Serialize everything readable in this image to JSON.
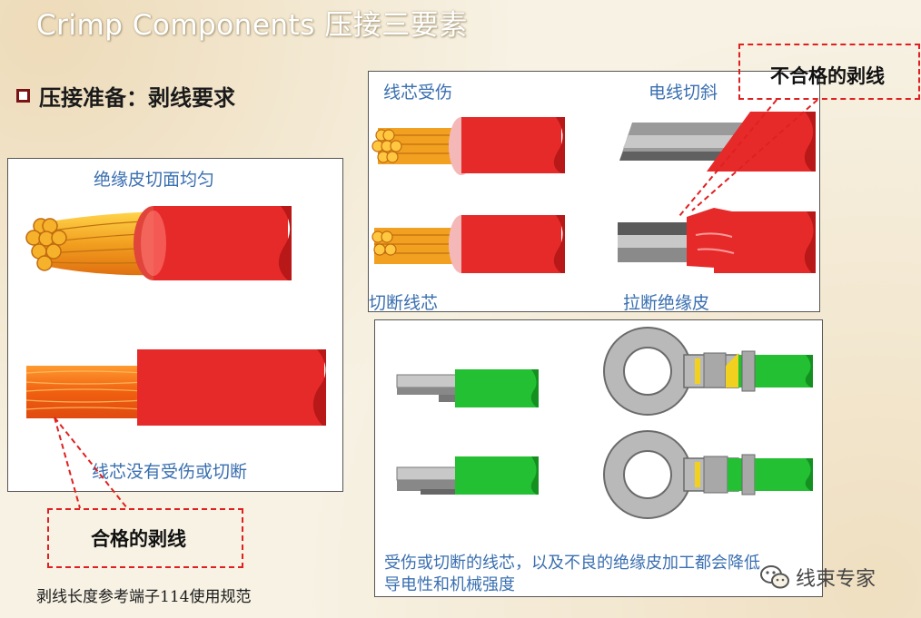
{
  "title": "Crimp Components 压接三要素",
  "section": {
    "heading": "压接准备：剥线要求"
  },
  "left_panel": {
    "top_label": "绝缘皮切面均匀",
    "bottom_label": "线芯没有受伤或切断"
  },
  "top_right_panel": {
    "label_top_left": "线芯受伤",
    "label_top_right": "电线切斜",
    "label_bottom_left": "切断线芯",
    "label_bottom_right": "拉断绝缘皮"
  },
  "bottom_right_panel": {
    "caption_line1": "受伤或切断的线芯，以及不良的绝缘皮加工都会降低",
    "caption_line2": "导电性和机械强度"
  },
  "callouts": {
    "bad_strip": "不合格的剥线",
    "good_strip": "合格的剥线"
  },
  "footnote": "剥线长度参考端子114使用规范",
  "watermark": {
    "icon": "wechat-icon",
    "text": "线束专家"
  },
  "colors": {
    "insulation_red": "#e62a2a",
    "conductor_orange": "#f2a020",
    "insulation_green": "#22c032",
    "terminal_gray": "#b9b9b9",
    "label_blue": "#3a6fb0",
    "callout_red": "#e02020"
  }
}
